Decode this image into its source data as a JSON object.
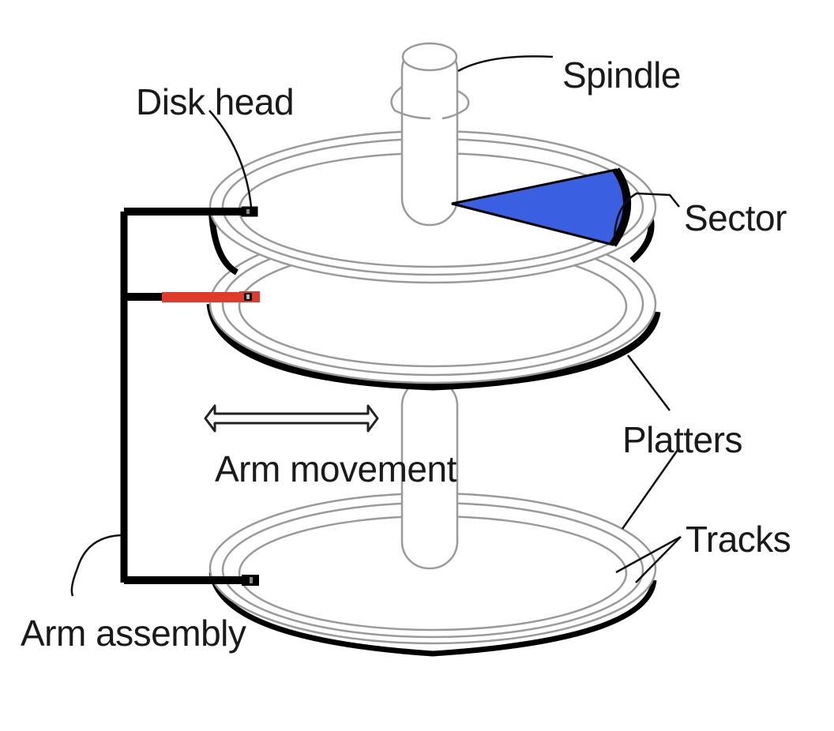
{
  "diagram": {
    "type": "hard-disk-anatomy",
    "labels": {
      "spindle": "Spindle",
      "disk_head": "Disk head",
      "sector": "Sector",
      "platters": "Platters",
      "arm_movement": "Arm movement",
      "tracks": "Tracks",
      "arm_assembly": "Arm assembly"
    },
    "colors": {
      "sector_fill": "#3a5fe0",
      "active_arm": "#e03a2a",
      "arm": "#000000",
      "platter_outline": "#9a9a9a",
      "text": "#1a1a1a"
    },
    "platter_count": 3,
    "arm_count": 3,
    "active_arm_index": 1
  }
}
